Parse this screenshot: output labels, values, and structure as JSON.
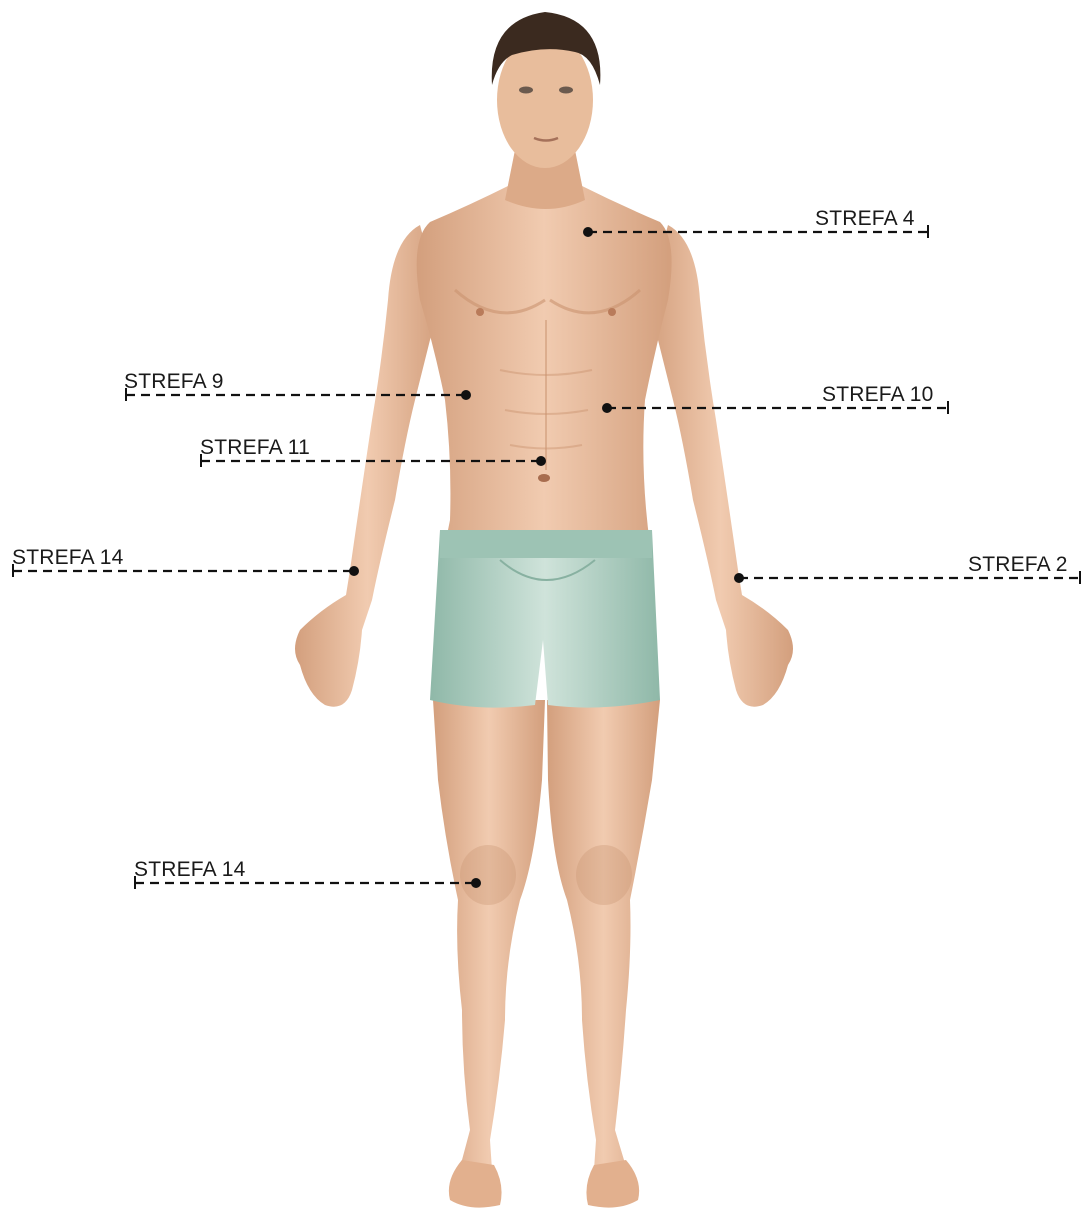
{
  "zones": {
    "z4": "STREFA 4",
    "z9": "STREFA 9",
    "z10": "STREFA 10",
    "z11": "STREFA 11",
    "z14_wrist": "STREFA 14",
    "z2": "STREFA 2",
    "z14_knee": "STREFA 14"
  },
  "colors": {
    "skin": "#e7b995",
    "skin_shade": "#c98f6c",
    "hair": "#3b2a1f",
    "shorts": "#a9cbbd",
    "shorts_band": "#8fb8a8",
    "line": "#111111"
  }
}
